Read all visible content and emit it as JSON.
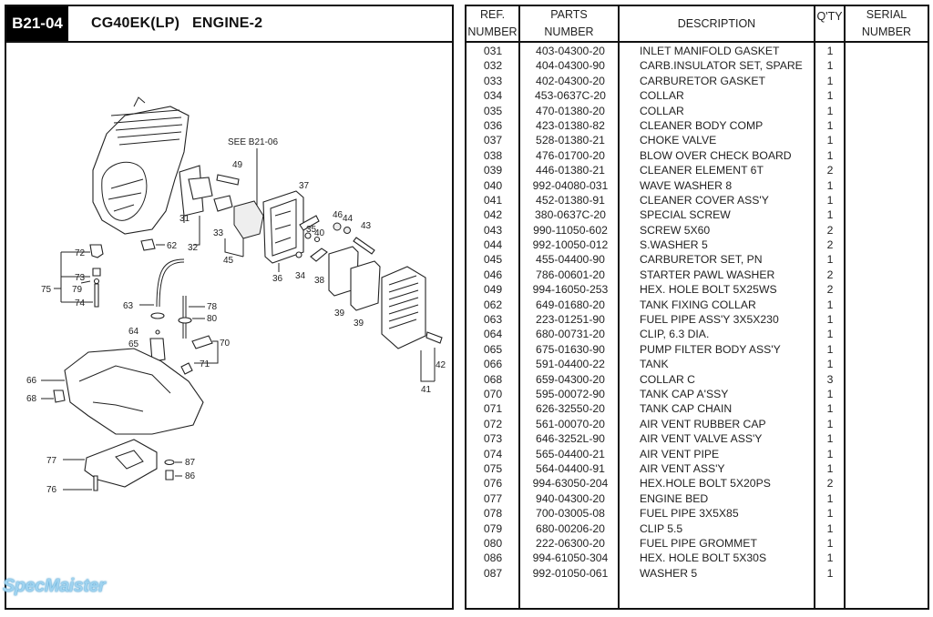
{
  "header": {
    "page_code": "B21-04",
    "title": "CG40EK(LP)   ENGINE-2"
  },
  "diagram": {
    "see_reference": "SEE B21-06",
    "callouts": [
      "31",
      "32",
      "33",
      "34",
      "35",
      "36",
      "37",
      "38",
      "39",
      "39",
      "40",
      "41",
      "42",
      "43",
      "44",
      "45",
      "46",
      "49",
      "62",
      "63",
      "64",
      "65",
      "66",
      "68",
      "70",
      "71",
      "72",
      "73",
      "74",
      "75",
      "76",
      "77",
      "78",
      "79",
      "80",
      "86",
      "87"
    ]
  },
  "watermark": "SpecMaister",
  "table": {
    "headers": {
      "ref_line1": "REF.",
      "ref_line2": "NUMBER",
      "parts_line1": "PARTS",
      "parts_line2": "NUMBER",
      "description": "DESCRIPTION",
      "qty": "Q'TY",
      "serial_line1": "SERIAL",
      "serial_line2": "NUMBER"
    },
    "rows": [
      {
        "ref": "031",
        "part": "403-04300-20",
        "desc": "INLET MANIFOLD GASKET",
        "qty": "1"
      },
      {
        "ref": "032",
        "part": "404-04300-90",
        "desc": "CARB.INSULATOR SET, SPARE",
        "qty": "1"
      },
      {
        "ref": "033",
        "part": "402-04300-20",
        "desc": "CARBURETOR GASKET",
        "qty": "1"
      },
      {
        "ref": "034",
        "part": "453-0637C-20",
        "desc": "COLLAR",
        "qty": "1"
      },
      {
        "ref": "035",
        "part": "470-01380-20",
        "desc": "COLLAR",
        "qty": "1"
      },
      {
        "ref": "036",
        "part": "423-01380-82",
        "desc": "CLEANER BODY COMP",
        "qty": "1"
      },
      {
        "ref": "037",
        "part": "528-01380-21",
        "desc": "CHOKE VALVE",
        "qty": "1"
      },
      {
        "ref": "038",
        "part": "476-01700-20",
        "desc": "BLOW OVER CHECK BOARD",
        "qty": "1"
      },
      {
        "ref": "039",
        "part": "446-01380-21",
        "desc": "CLEANER ELEMENT 6T",
        "qty": "2"
      },
      {
        "ref": "040",
        "part": "992-04080-031",
        "desc": "WAVE WASHER 8",
        "qty": "1"
      },
      {
        "ref": "041",
        "part": "452-01380-91",
        "desc": "CLEANER COVER ASS'Y",
        "qty": "1"
      },
      {
        "ref": "042",
        "part": "380-0637C-20",
        "desc": "SPECIAL SCREW",
        "qty": "1"
      },
      {
        "ref": "043",
        "part": "990-11050-602",
        "desc": "SCREW 5X60",
        "qty": "2"
      },
      {
        "ref": "044",
        "part": "992-10050-012",
        "desc": "S.WASHER 5",
        "qty": "2"
      },
      {
        "ref": "045",
        "part": "455-04400-90",
        "desc": "CARBURETOR SET, PN",
        "qty": "1"
      },
      {
        "ref": "046",
        "part": "786-00601-20",
        "desc": "STARTER PAWL WASHER",
        "qty": "2"
      },
      {
        "ref": "049",
        "part": "994-16050-253",
        "desc": "HEX. HOLE BOLT 5X25WS",
        "qty": "2"
      },
      {
        "ref": "062",
        "part": "649-01680-20",
        "desc": "TANK FIXING COLLAR",
        "qty": "1"
      },
      {
        "ref": "063",
        "part": "223-01251-90",
        "desc": "FUEL PIPE ASS'Y 3X5X230",
        "qty": "1"
      },
      {
        "ref": "064",
        "part": "680-00731-20",
        "desc": "CLIP, 6.3 DIA.",
        "qty": "1"
      },
      {
        "ref": "065",
        "part": "675-01630-90",
        "desc": "PUMP FILTER BODY ASS'Y",
        "qty": "1"
      },
      {
        "ref": "066",
        "part": "591-04400-22",
        "desc": "TANK",
        "qty": "1"
      },
      {
        "ref": "068",
        "part": "659-04300-20",
        "desc": "COLLAR C",
        "qty": "3"
      },
      {
        "ref": "070",
        "part": "595-00072-90",
        "desc": "TANK CAP A'SSY",
        "qty": "1"
      },
      {
        "ref": "071",
        "part": "626-32550-20",
        "desc": "TANK CAP CHAIN",
        "qty": "1"
      },
      {
        "ref": "072",
        "part": "561-00070-20",
        "desc": "AIR VENT RUBBER CAP",
        "qty": "1"
      },
      {
        "ref": "073",
        "part": "646-3252L-90",
        "desc": "AIR VENT VALVE ASS'Y",
        "qty": "1"
      },
      {
        "ref": "074",
        "part": "565-04400-21",
        "desc": "AIR VENT PIPE",
        "qty": "1"
      },
      {
        "ref": "075",
        "part": "564-04400-91",
        "desc": "AIR VENT ASS'Y",
        "qty": "1"
      },
      {
        "ref": "076",
        "part": "994-63050-204",
        "desc": "HEX.HOLE BOLT 5X20PS",
        "qty": "2"
      },
      {
        "ref": "077",
        "part": "940-04300-20",
        "desc": "ENGINE BED",
        "qty": "1"
      },
      {
        "ref": "078",
        "part": "700-03005-08",
        "desc": "FUEL PIPE 3X5X85",
        "qty": "1"
      },
      {
        "ref": "079",
        "part": "680-00206-20",
        "desc": "CLIP 5.5",
        "qty": "1"
      },
      {
        "ref": "080",
        "part": "222-06300-20",
        "desc": "FUEL PIPE GROMMET",
        "qty": "1"
      },
      {
        "ref": "086",
        "part": "994-61050-304",
        "desc": "HEX. HOLE BOLT 5X30S",
        "qty": "1"
      },
      {
        "ref": "087",
        "part": "992-01050-061",
        "desc": "WASHER 5",
        "qty": "1"
      }
    ]
  }
}
